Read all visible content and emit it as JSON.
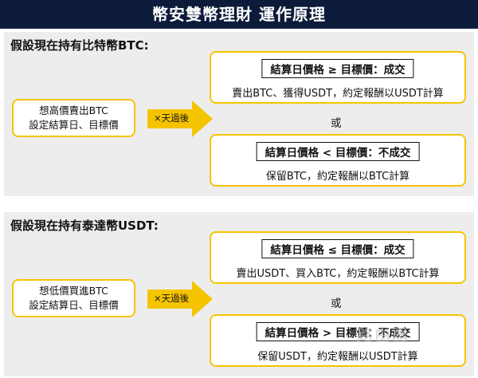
{
  "banner": {
    "title": "幣安雙幣理財 運作原理"
  },
  "btc_case": {
    "heading": "假設現在持有比特幣BTC:",
    "premise_line1": "想高價賣出BTC",
    "premise_line2": "設定結算日、目標價",
    "arrow_label": "×天過後",
    "outcome_a": {
      "title": "結算日價格 ≥ 目標價：成交",
      "desc": "賣出BTC、獲得USDT，約定報酬以USDT計算"
    },
    "or_word": "或",
    "outcome_b": {
      "title": "結算日價格 < 目標價：不成交",
      "desc": "保留BTC，約定報酬以BTC計算"
    }
  },
  "usdt_case": {
    "heading": "假設現在持有泰達幣USDT:",
    "premise_line1": "想低價買進BTC",
    "premise_line2": "設定結算日、目標價",
    "arrow_label": "×天過後",
    "outcome_a": {
      "title": "結算日價格 ≤ 目標價：成交",
      "desc": "賣出USDT、買入BTC，約定報酬以BTC計算"
    },
    "or_word": "或",
    "outcome_b": {
      "title": "結算日價格 > 目標價：不成交",
      "desc": "保留USDT，約定報酬以USDT計算"
    }
  },
  "watermark": "路由器",
  "colors": {
    "banner_bg": "#0d1b3a",
    "accent_yellow": "#f5c400",
    "panel_bg": "#ededed"
  }
}
